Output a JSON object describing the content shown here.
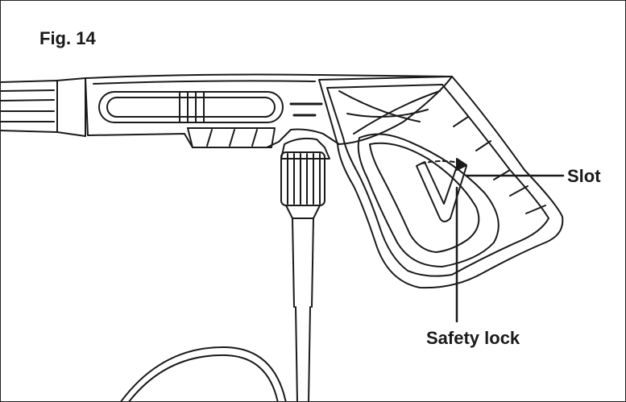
{
  "figure": {
    "title": "Fig. 14",
    "callouts": {
      "slot": "Slot",
      "safety_lock": "Safety lock"
    },
    "line_color": "#1a1a1a"
  }
}
